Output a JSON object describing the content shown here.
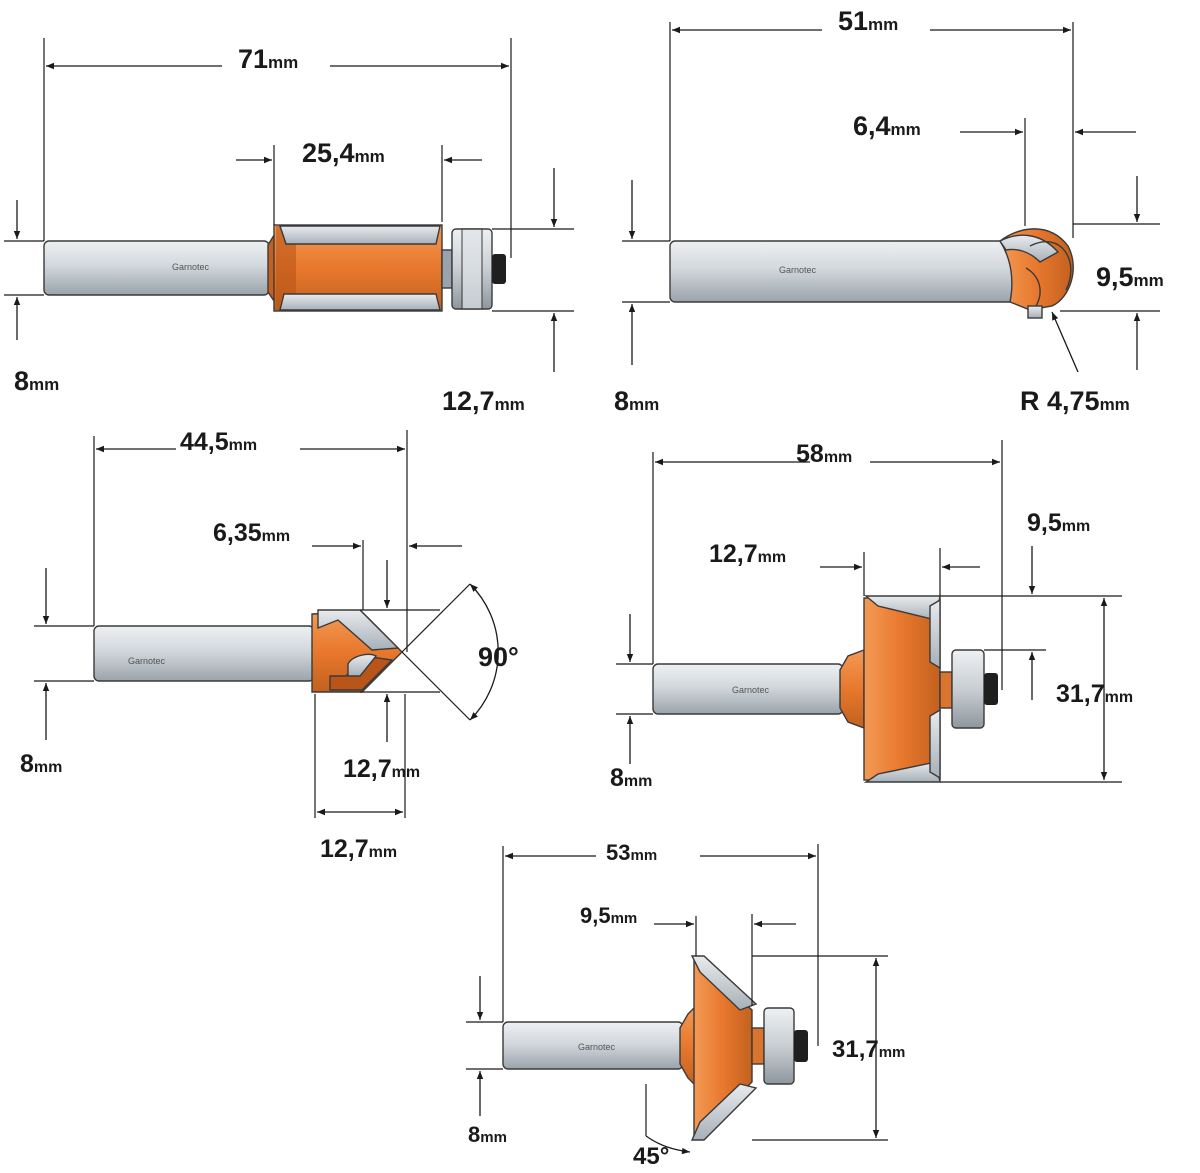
{
  "colors": {
    "shank": "#d3d8dd",
    "shank_shadow": "#9aa3ab",
    "cutter_orange": "#e8782d",
    "cutter_dark": "#b95518",
    "blade_gray": "#c5cbd1",
    "bearing": "#c9ced3",
    "line": "#1a1a1a"
  },
  "brand_text": "Garnotec",
  "unit": "mm",
  "bits": [
    {
      "id": "flush-trim-bit",
      "dims": [
        {
          "value": "71",
          "unit": "mm"
        },
        {
          "value": "25,4",
          "unit": "mm"
        },
        {
          "value": "8",
          "unit": "mm"
        },
        {
          "value": "12,7",
          "unit": "mm"
        }
      ]
    },
    {
      "id": "round-nose-bit",
      "dims": [
        {
          "value": "51",
          "unit": "mm"
        },
        {
          "value": "6,4",
          "unit": "mm"
        },
        {
          "value": "9,5",
          "unit": "mm"
        },
        {
          "value": "8",
          "unit": "mm"
        },
        {
          "value": "R 4,75",
          "unit": "mm"
        }
      ]
    },
    {
      "id": "v-groove-bit",
      "dims": [
        {
          "value": "44,5",
          "unit": "mm"
        },
        {
          "value": "6,35",
          "unit": "mm"
        },
        {
          "value": "90°",
          "unit": ""
        },
        {
          "value": "8",
          "unit": "mm"
        },
        {
          "value": "12,7",
          "unit": "mm"
        },
        {
          "value": "12,7",
          "unit": "mm"
        }
      ]
    },
    {
      "id": "rabbet-bit",
      "dims": [
        {
          "value": "58",
          "unit": "mm"
        },
        {
          "value": "9,5",
          "unit": "mm"
        },
        {
          "value": "12,7",
          "unit": "mm"
        },
        {
          "value": "31,7",
          "unit": "mm"
        },
        {
          "value": "8",
          "unit": "mm"
        }
      ]
    },
    {
      "id": "chamfer-bit",
      "dims": [
        {
          "value": "53",
          "unit": "mm"
        },
        {
          "value": "9,5",
          "unit": "mm"
        },
        {
          "value": "31,7",
          "unit": "mm"
        },
        {
          "value": "8",
          "unit": "mm"
        },
        {
          "value": "45°",
          "unit": ""
        }
      ]
    }
  ]
}
